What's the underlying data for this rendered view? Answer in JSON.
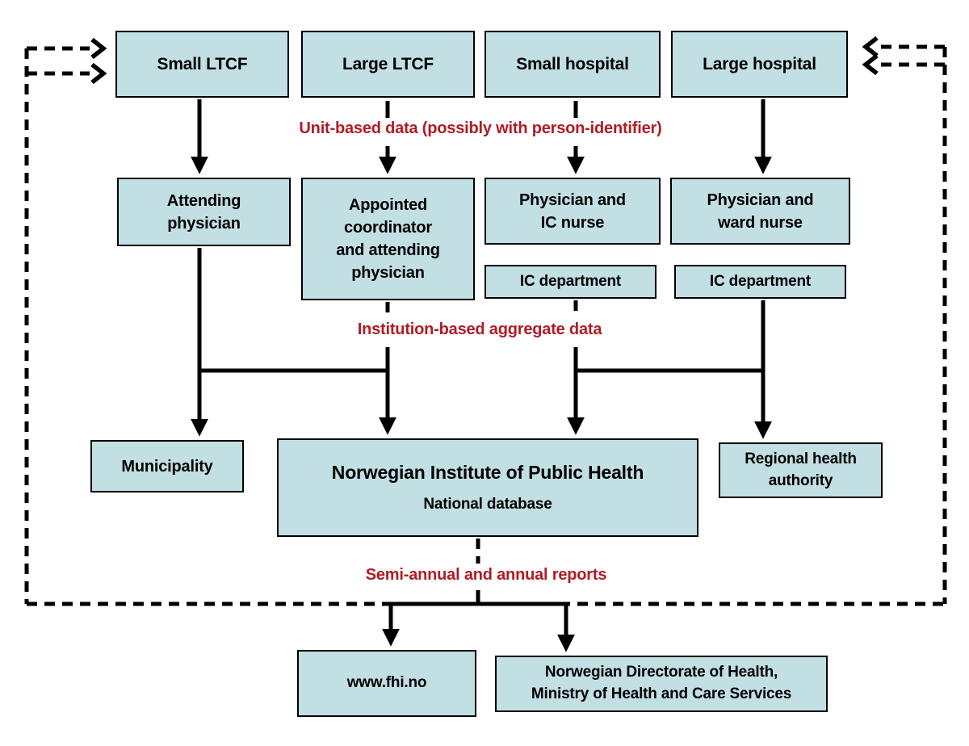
{
  "colors": {
    "box_fill": "#c2dfe3",
    "box_border": "#000000",
    "flow_label_red": "#b01b25",
    "line_black": "#000000"
  },
  "nodes": {
    "small_ltcf": "Small LTCF",
    "large_ltcf": "Large LTCF",
    "small_hospital": "Small hospital",
    "large_hospital": "Large hospital",
    "attending_physician": "Attending\nphysician",
    "appointed_coordinator": "Appointed\ncoordinator\nand attending\nphysician",
    "physician_ic_nurse": "Physician and\nIC nurse",
    "physician_ward_nurse": "Physician and\nward nurse",
    "ic_department_left": "IC department",
    "ic_department_right": "IC department",
    "municipality": "Municipality",
    "niph_title": "Norwegian Institute of Public Health",
    "niph_subtitle": "National database",
    "regional_health_authority": "Regional health\nauthority",
    "www_fhi": "www.fhi.no",
    "directorate": "Norwegian Directorate of Health,\nMinistry of Health and Care Services"
  },
  "labels": {
    "unit_based": "Unit-based data (possibly with person-identifier)",
    "institution_based": "Institution-based aggregate data",
    "reports": "Semi-annual and annual reports"
  }
}
